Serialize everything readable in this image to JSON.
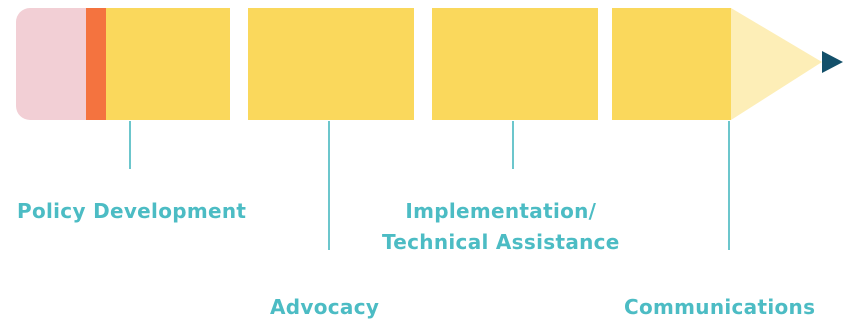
{
  "stages": [
    {
      "label": "Policy Development"
    },
    {
      "label_lines": [
        "Implementation/",
        "Technical Assistance"
      ]
    },
    {
      "label": "Advocacy"
    },
    {
      "label": "Communications"
    }
  ],
  "colors": {
    "eraser": "#f2cfd5",
    "ferrule": "#f4733f",
    "pencil_body": "#fad85c",
    "wood_tip": "#fdeeb7",
    "lead": "#13506a",
    "connector": "#6cc6cc",
    "label": "#4cbcc4"
  },
  "icons": [
    "pencil-illustration"
  ]
}
